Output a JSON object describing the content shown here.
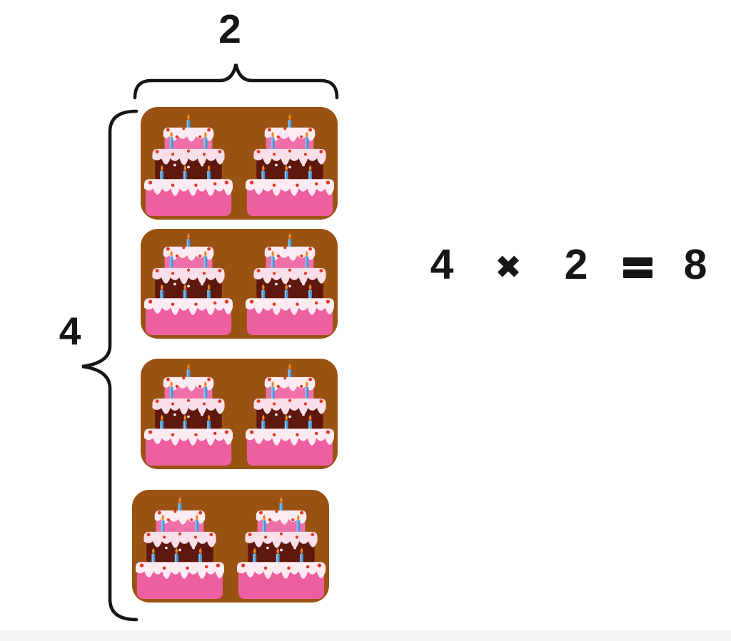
{
  "figure": {
    "top_brace_label": "2",
    "left_brace_label": "4",
    "equation": {
      "factor_groups": "4",
      "times_symbol": "✖",
      "factor_items": "2",
      "equals_symbol": "=",
      "product": "8"
    },
    "groups": [
      {
        "cake_count": 2
      },
      {
        "cake_count": 2
      },
      {
        "cake_count": 2
      },
      {
        "cake_count": 2
      }
    ],
    "item_icon": "birthday-cake-icon"
  },
  "colors": {
    "page_background": "#ffffff",
    "bottom_band": "#f5f5f6",
    "text": "#161616",
    "group_background": "#9a5213",
    "cake_pink": "#ee5f9f",
    "cake_top_pink": "#f06fa9",
    "cake_chocolate": "#5e180e",
    "icing_light": "#fcebf2",
    "icing_mid": "#f9dfe9",
    "candle_blue": "#4394da",
    "candle_blue_light": "#85c4ec",
    "flame_orange": "#f0861c",
    "berry_red": "#e23a20",
    "sprinkle_white": "#f6e9ec"
  }
}
